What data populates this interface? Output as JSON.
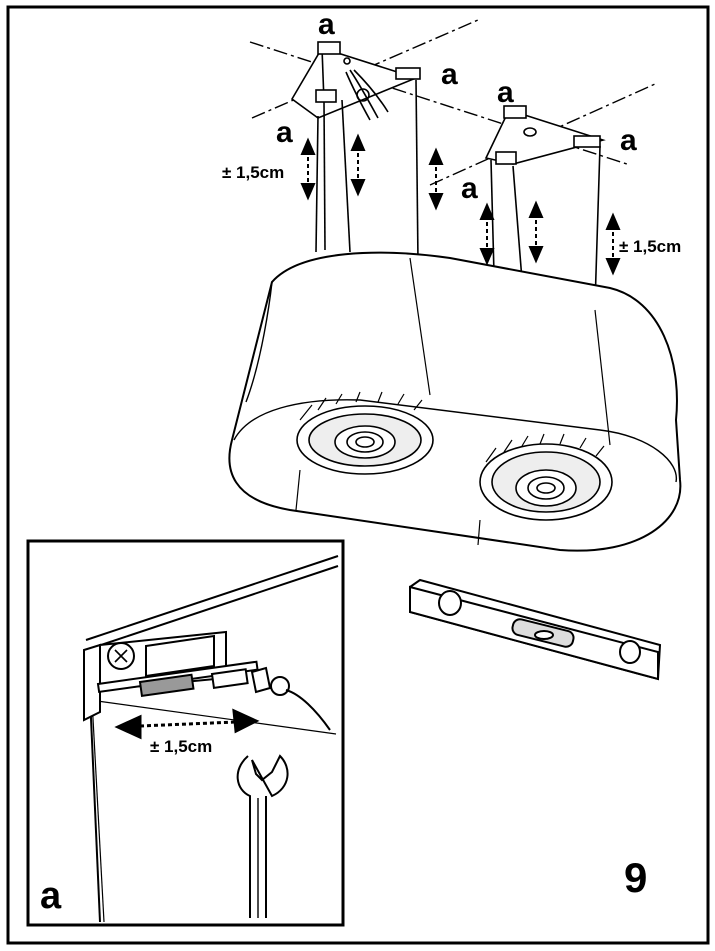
{
  "callout_letter": "a",
  "adjustment_label": "± 1,5cm",
  "step_number": "9",
  "inset_letter": "a"
}
